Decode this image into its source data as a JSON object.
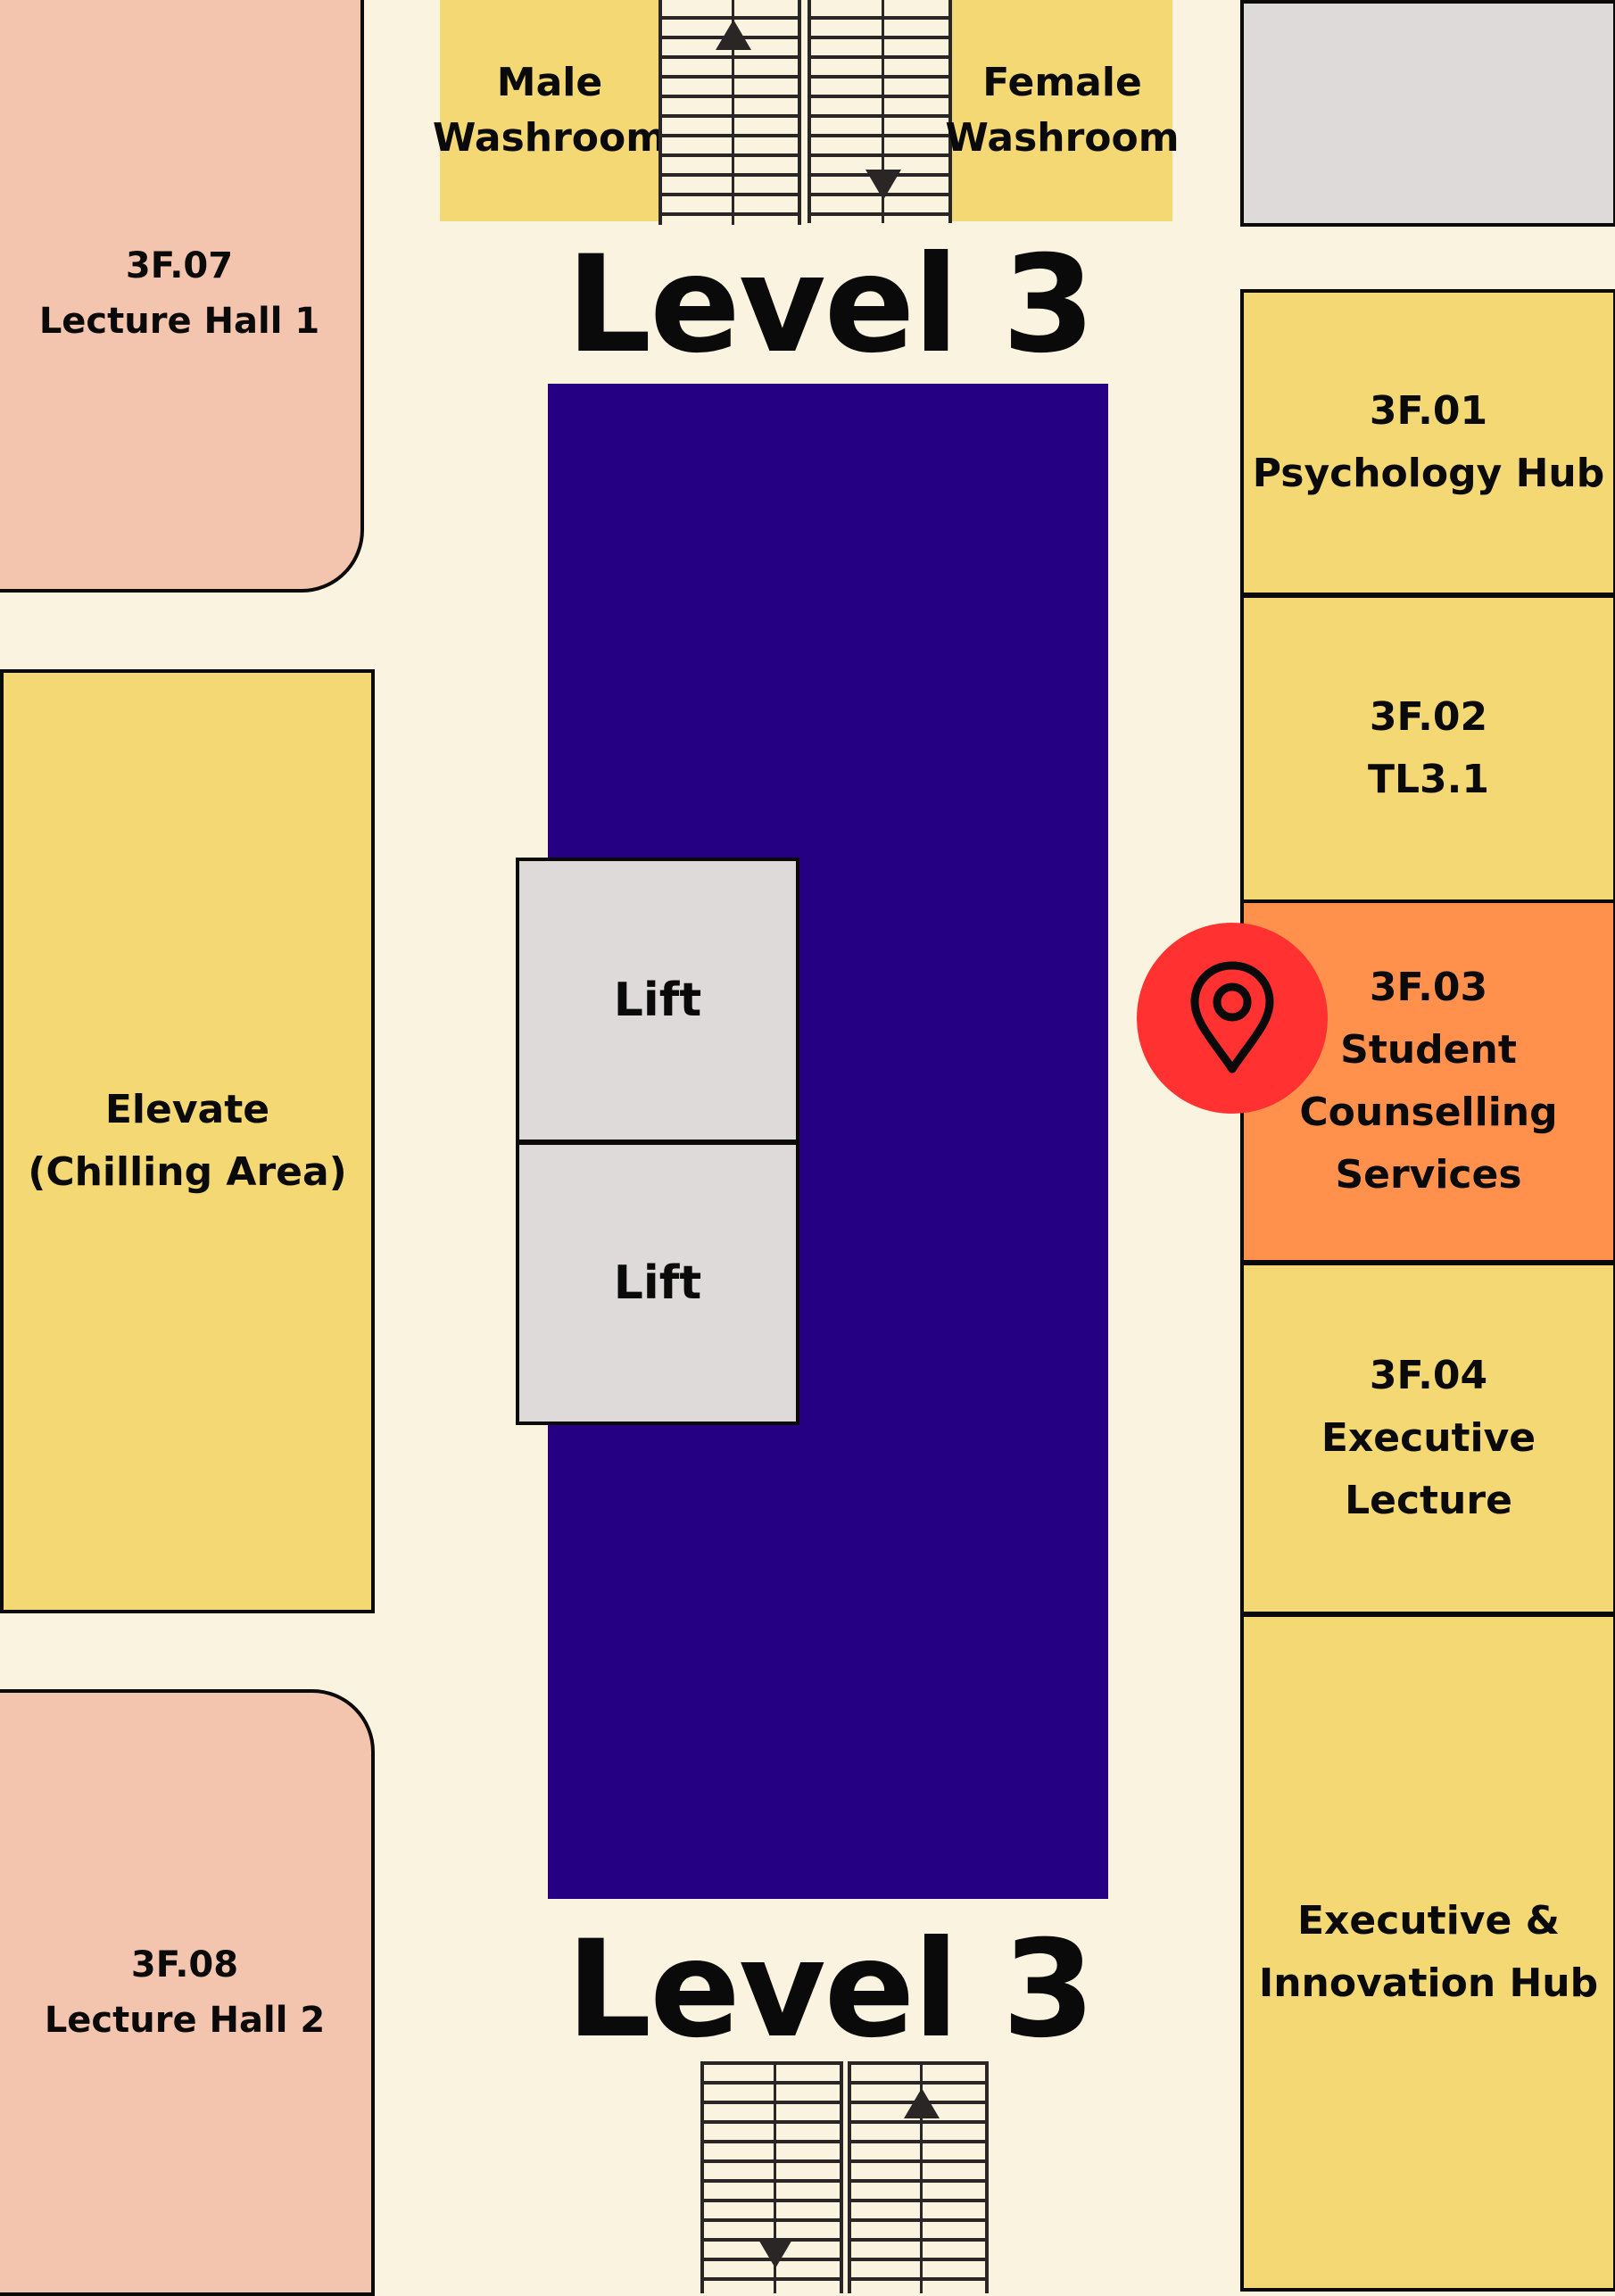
{
  "floor": {
    "title_top": "Level 3",
    "title_bottom": "Level 3"
  },
  "rooms": {
    "lecture_hall_1": {
      "code": "3F.07",
      "name": "Lecture Hall 1"
    },
    "elevate": {
      "line1": "Elevate",
      "line2": "(Chilling Area)"
    },
    "lecture_hall_2": {
      "code": "3F.08",
      "name": "Lecture Hall 2"
    },
    "male_washroom": {
      "line1": "Male",
      "line2": "Washroom"
    },
    "female_washroom": {
      "line1": "Female",
      "line2": "Washroom"
    },
    "lift_1": {
      "label": "Lift"
    },
    "lift_2": {
      "label": "Lift"
    },
    "psychology_hub": {
      "code": "3F.01",
      "name": "Psychology Hub"
    },
    "tl31": {
      "code": "3F.02",
      "name": "TL3.1"
    },
    "counselling": {
      "code": "3F.03",
      "line1": "Student",
      "line2": "Counselling",
      "line3": "Services"
    },
    "executive_lecture": {
      "code": "3F.04",
      "line1": "Executive",
      "line2": "Lecture"
    },
    "exec_innovation_hub": {
      "line1": "Executive &",
      "line2": "Innovation Hub"
    }
  },
  "marker": {
    "icon": "location-pin-icon",
    "target": "3F.03"
  },
  "colors": {
    "background": "#FAF3E0",
    "room_yellow": "#F3D873",
    "lecture_pink": "#F3C4AE",
    "utility_gray": "#DEDAD9",
    "highlight_orange": "#FF914D",
    "atrium_indigo": "#250082",
    "pin_red": "#FF3131"
  }
}
